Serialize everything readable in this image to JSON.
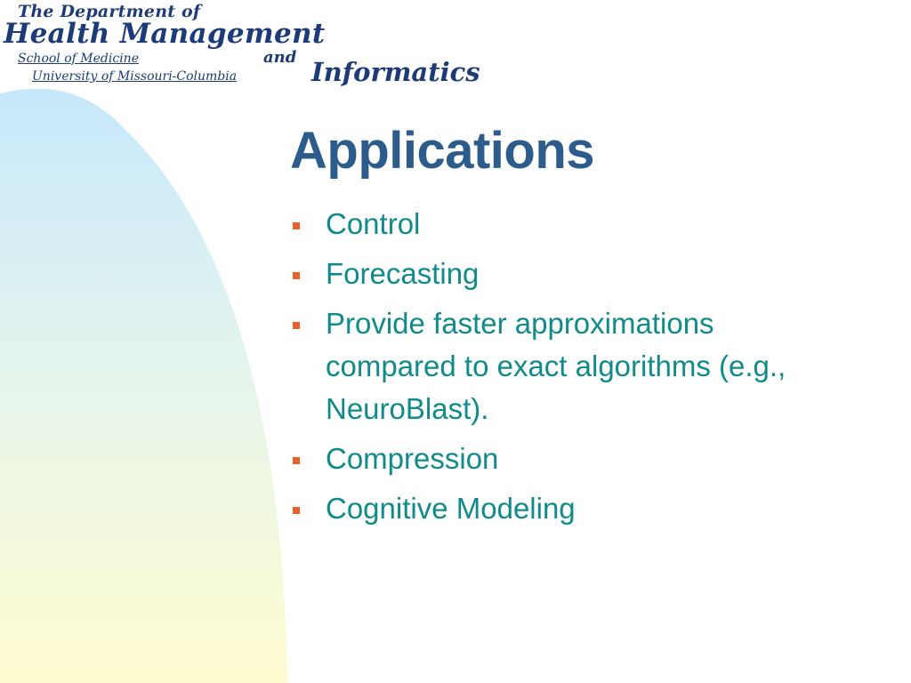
{
  "logo": {
    "line1": "The Department of",
    "line2": "Health Management",
    "line3": "School of Medicine",
    "line4": "University of Missouri-Columbia",
    "conjunction": "and",
    "line5": "Informatics"
  },
  "slide": {
    "title": "Applications",
    "bullets": [
      {
        "text": "Control"
      },
      {
        "text": "Forecasting"
      },
      {
        "text": "Provide faster approximations compared to exact algorithms (e.g., NeuroBlast)."
      },
      {
        "text": "Compression"
      },
      {
        "text": "Cognitive Modeling"
      }
    ]
  },
  "colors": {
    "title": "#2b5c8c",
    "bullet_text": "#108a8a",
    "bullet_marker": "#e8612a",
    "logo_text": "#1c3b78",
    "background_gradient_top": "#c9e9fb",
    "background_gradient_bottom": "#fdfcd2"
  }
}
